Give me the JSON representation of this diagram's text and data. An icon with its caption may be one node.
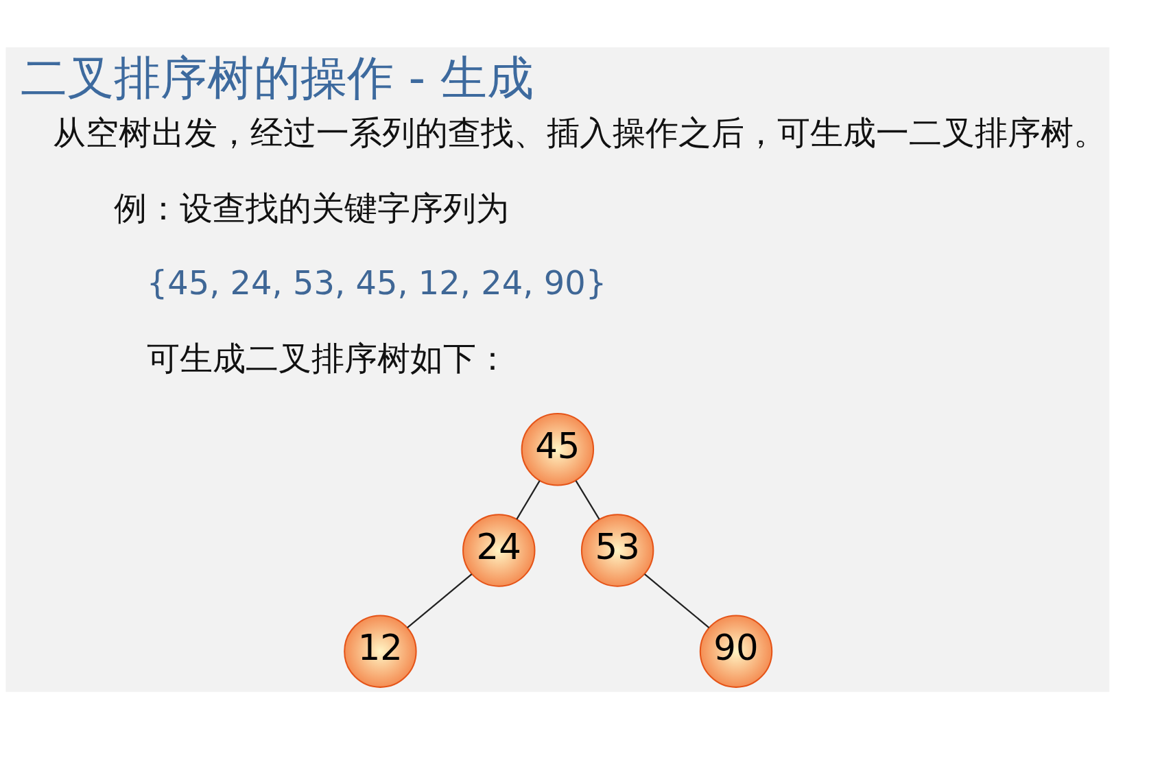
{
  "diagram": {
    "title": "二叉排序树的操作 - 生成",
    "nodes": [
      {
        "text": [
          "45"
        ]
      },
      {
        "text": [
          "24"
        ]
      },
      {
        "text": [
          "53"
        ]
      },
      {
        "text": [
          "12"
        ]
      },
      {
        "text": [
          "90"
        ]
      }
    ],
    "edges": [
      {
        "from": 0,
        "to": 1,
        "arrow": "none"
      },
      {
        "from": 0,
        "to": 2,
        "arrow": "none"
      },
      {
        "from": 1,
        "to": 3,
        "arrow": "none"
      },
      {
        "from": 2,
        "to": 4,
        "arrow": "none"
      }
    ],
    "labels": [
      "从空树出发，经过一系列的查找、插入操作之后，可生成一二叉排序树。",
      "例：设查找的关键字序列为",
      "{45, 24, 53, 45, 12, 24, 90}",
      "可生成二叉排序树如下："
    ]
  }
}
